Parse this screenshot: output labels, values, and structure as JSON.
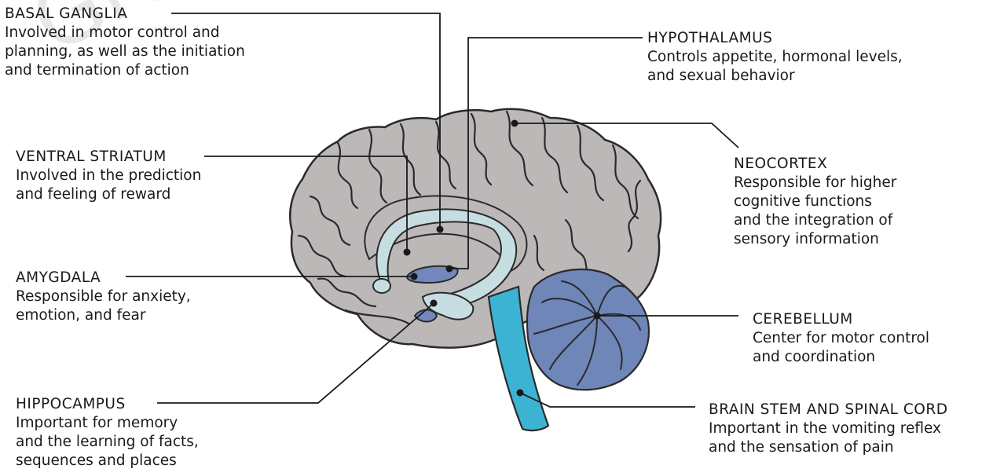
{
  "colors": {
    "brain_fill": "#bdb8b8",
    "brain_stroke": "#2a2a2a",
    "cerebellum": "#6f86b9",
    "brainstem": "#3db3d3",
    "limbic": "#c6dde2",
    "small_structures": "#7288bc",
    "line": "#1a1a1a"
  },
  "watermark": "Graylen",
  "labels": {
    "basal_ganglia": {
      "title": "BASAL GANGLIA",
      "desc": "Involved in motor control and\nplanning, as well as the initiation\nand termination of action"
    },
    "ventral_striatum": {
      "title": "VENTRAL STRIATUM",
      "desc": "Involved in the prediction\nand feeling of reward"
    },
    "amygdala": {
      "title": "AMYGDALA",
      "desc": "Responsible for anxiety,\nemotion, and fear"
    },
    "hippocampus": {
      "title": "HIPPOCAMPUS",
      "desc": "Important for memory\nand the learning of facts,\nsequences and places"
    },
    "hypothalamus": {
      "title": "HYPOTHALAMUS",
      "desc": "Controls appetite, hormonal levels,\nand sexual behavior"
    },
    "neocortex": {
      "title": "NEOCORTEX",
      "desc": "Responsible for higher\ncognitive functions\nand the integration of\nsensory information"
    },
    "cerebellum": {
      "title": "CEREBELLUM",
      "desc": "Center for motor control\nand coordination"
    },
    "brain_stem": {
      "title": "BRAIN STEM AND SPINAL CORD",
      "desc": "Important in the vomiting reflex\nand the sensation of pain"
    }
  }
}
